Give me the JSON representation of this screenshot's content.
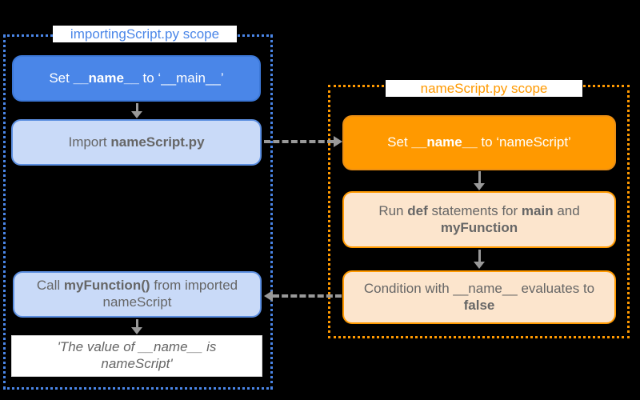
{
  "diagram": {
    "background": "#000000",
    "arrow_color": "#999999",
    "scopes": [
      {
        "id": "importing",
        "title": "importingScript.py scope",
        "accent": "#4a86e8"
      },
      {
        "id": "namescript",
        "title": "nameScript.py scope",
        "accent": "#ff9900"
      }
    ],
    "nodes": {
      "set_main": {
        "fill": "#4a86e8",
        "segments": [
          {
            "t": "Set "
          },
          {
            "t": "__name__",
            "b": true
          },
          {
            "t": " to ‘__main__’"
          }
        ]
      },
      "import_script": {
        "fill": "#c9daf8",
        "segments": [
          {
            "t": "Import "
          },
          {
            "t": "nameScript.py",
            "b": true
          }
        ]
      },
      "call_function": {
        "fill": "#c9daf8",
        "segments": [
          {
            "t": "Call "
          },
          {
            "t": "myFunction()",
            "b": true
          },
          {
            "t": " from imported"
          },
          {
            "br": true
          },
          {
            "t": "nameScript"
          }
        ]
      },
      "output": {
        "fill": "#ffffff",
        "segments": [
          {
            "t": "'The value of __name__ is"
          },
          {
            "br": true
          },
          {
            "t": "nameScript'"
          }
        ]
      },
      "set_namescript": {
        "fill": "#ff9900",
        "segments": [
          {
            "t": "Set "
          },
          {
            "t": "__name__",
            "b": true
          },
          {
            "t": " to ‘nameScript’"
          }
        ]
      },
      "run_def": {
        "fill": "#fce5cd",
        "segments": [
          {
            "t": "Run "
          },
          {
            "t": "def",
            "b": true
          },
          {
            "t": " statements for "
          },
          {
            "t": "main",
            "b": true
          },
          {
            "t": " and"
          },
          {
            "br": true
          },
          {
            "t": "myFunction",
            "b": true
          }
        ]
      },
      "condition": {
        "fill": "#fce5cd",
        "segments": [
          {
            "t": "Condition with __name__ evaluates to"
          },
          {
            "br": true
          },
          {
            "t": "false",
            "b": true
          }
        ]
      }
    },
    "arrows": [
      {
        "from": "set_main",
        "to": "import_script",
        "style": "solid"
      },
      {
        "from": "call_function",
        "to": "output",
        "style": "solid"
      },
      {
        "from": "set_namescript",
        "to": "run_def",
        "style": "solid"
      },
      {
        "from": "run_def",
        "to": "condition",
        "style": "solid"
      },
      {
        "from": "import_script",
        "to": "set_namescript",
        "style": "dashed"
      },
      {
        "from": "condition",
        "to": "call_function",
        "style": "dashed"
      }
    ]
  }
}
